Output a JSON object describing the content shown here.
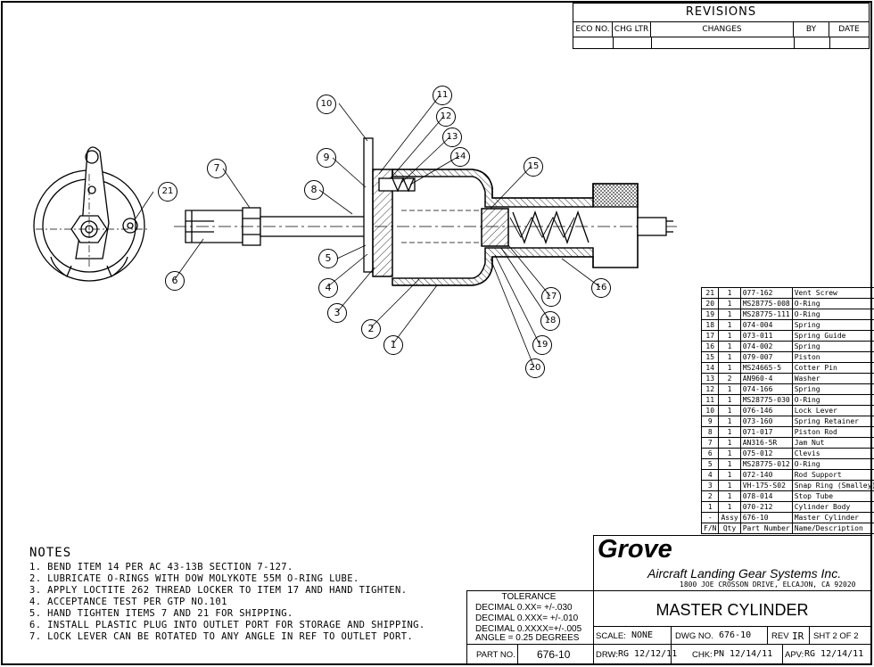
{
  "revisions": {
    "title": "REVISIONS",
    "columns": [
      "ECO NO.",
      "CHG LTR",
      "CHANGES",
      "BY",
      "DATE"
    ]
  },
  "balloons": [
    "1",
    "2",
    "3",
    "4",
    "5",
    "6",
    "7",
    "8",
    "9",
    "10",
    "11",
    "12",
    "13",
    "14",
    "15",
    "16",
    "17",
    "18",
    "19",
    "20",
    "21"
  ],
  "parts_list": {
    "header": {
      "fn": "F/N",
      "qty": "Qty",
      "part": "Part Number",
      "desc": "Name/Description"
    },
    "rows": [
      {
        "fn": "21",
        "qty": "1",
        "part": "077-162",
        "desc": "Vent Screw"
      },
      {
        "fn": "20",
        "qty": "1",
        "part": "MS28775-008",
        "desc": "O-Ring"
      },
      {
        "fn": "19",
        "qty": "1",
        "part": "MS28775-111",
        "desc": "O-Ring"
      },
      {
        "fn": "18",
        "qty": "1",
        "part": "074-004",
        "desc": "Spring"
      },
      {
        "fn": "17",
        "qty": "1",
        "part": "073-011",
        "desc": "Spring Guide"
      },
      {
        "fn": "16",
        "qty": "1",
        "part": "074-002",
        "desc": "Spring"
      },
      {
        "fn": "15",
        "qty": "1",
        "part": "079-007",
        "desc": "Piston"
      },
      {
        "fn": "14",
        "qty": "1",
        "part": "MS24665-5",
        "desc": "Cotter Pin"
      },
      {
        "fn": "13",
        "qty": "2",
        "part": "AN960-4",
        "desc": "Washer"
      },
      {
        "fn": "12",
        "qty": "1",
        "part": "074-166",
        "desc": "Spring"
      },
      {
        "fn": "11",
        "qty": "1",
        "part": "MS28775-030",
        "desc": "O-Ring"
      },
      {
        "fn": "10",
        "qty": "1",
        "part": "076-146",
        "desc": "Lock Lever"
      },
      {
        "fn": "9",
        "qty": "1",
        "part": "073-160",
        "desc": "Spring Retainer"
      },
      {
        "fn": "8",
        "qty": "1",
        "part": "071-017",
        "desc": "Piston Rod"
      },
      {
        "fn": "7",
        "qty": "1",
        "part": "AN316-5R",
        "desc": "Jam Nut"
      },
      {
        "fn": "6",
        "qty": "1",
        "part": "075-012",
        "desc": "Clevis"
      },
      {
        "fn": "5",
        "qty": "1",
        "part": "MS28775-012",
        "desc": "O-Ring"
      },
      {
        "fn": "4",
        "qty": "1",
        "part": "072-140",
        "desc": "Rod Support"
      },
      {
        "fn": "3",
        "qty": "1",
        "part": "VH-175-S02",
        "desc": "Snap Ring (Smalley)"
      },
      {
        "fn": "2",
        "qty": "1",
        "part": "078-014",
        "desc": "Stop Tube"
      },
      {
        "fn": "1",
        "qty": "1",
        "part": "070-212",
        "desc": "Cylinder Body"
      },
      {
        "fn": "-",
        "qty": "Assy",
        "part": "676-10",
        "desc": "Master Cylinder"
      }
    ]
  },
  "notes": {
    "title": "NOTES",
    "items": [
      "1. BEND ITEM 14 PER AC 43-13B SECTION 7-127.",
      "2. LUBRICATE O-RINGS WITH DOW MOLYKOTE 55M O-RING LUBE.",
      "3. APPLY LOCTITE 262 THREAD LOCKER TO ITEM 17 AND HAND TIGHTEN.",
      "4. ACCEPTANCE TEST PER GTP NO.101",
      "5. HAND TIGHTEN ITEMS 7 AND 21 FOR SHIPPING.",
      "6. INSTALL PLASTIC PLUG INTO OUTLET PORT FOR STORAGE AND SHIPPING.",
      "7. LOCK LEVER CAN BE ROTATED TO ANY ANGLE IN REF TO OUTLET PORT."
    ]
  },
  "title_block": {
    "company": "Grove",
    "company_full": "Aircraft Landing Gear Systems Inc.",
    "address": "1800 JOE CROSSON DRIVE, ELCAJON, CA 92020",
    "title": "MASTER CYLINDER",
    "tolerance": {
      "label": "TOLERANCE",
      "lines": [
        "DECIMAL 0.XX= +/-.030",
        "DECIMAL 0.XXX= +/-.010",
        "DECIMAL 0.XXXX=+/-.005",
        "ANGLE = 0.25 DEGREES"
      ]
    },
    "scale_label": "SCALE:",
    "scale_value": "NONE",
    "dwg_label": "DWG NO.",
    "dwg_value": "676-10",
    "rev_label": "REV",
    "rev_value": "IR",
    "sheet": "SHT 2 OF 2",
    "part_no_label": "PART NO.",
    "part_no_value": "676-10",
    "drw_label": "DRW:",
    "drw_value": "RG 12/12/11",
    "chk_label": "CHK:",
    "chk_value": "PN 12/14/11",
    "apv_label": "APV:",
    "apv_value": "RG 12/14/11"
  }
}
